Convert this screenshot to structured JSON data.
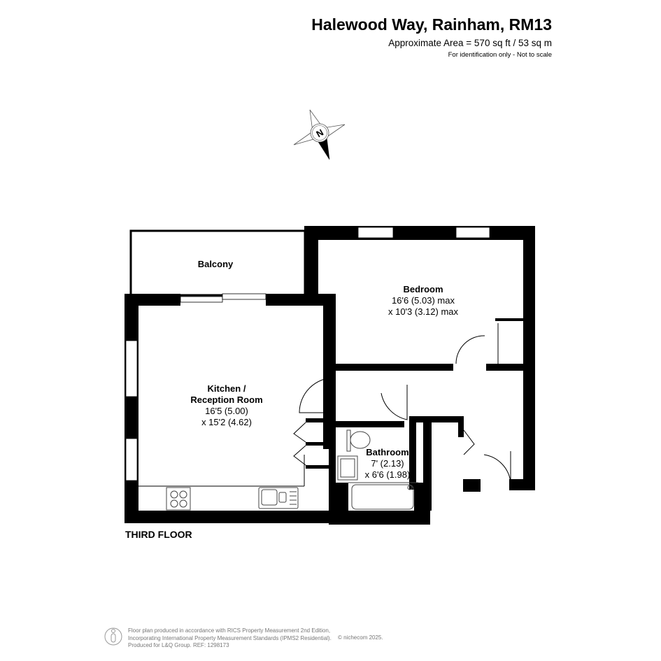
{
  "header": {
    "title": "Halewood Way, Rainham, RM13",
    "area": "Approximate Area = 570 sq ft / 53 sq m",
    "note": "For identification only - Not to scale"
  },
  "compass": {
    "label": "N"
  },
  "rooms": {
    "balcony": {
      "name": "Balcony"
    },
    "bedroom": {
      "name": "Bedroom",
      "dim1": "16'6 (5.03) max",
      "dim2": "x 10'3 (3.12) max"
    },
    "kitchen": {
      "name1": "Kitchen /",
      "name2": "Reception Room",
      "dim1": "16'5 (5.00)",
      "dim2": "x 15'2 (4.62)"
    },
    "bathroom": {
      "name": "Bathroom",
      "dim1": "7' (2.13)",
      "dim2": "x 6'6 (1.98)"
    }
  },
  "floor_label": "THIRD FLOOR",
  "footer": {
    "line1": "Floor plan produced in accordance with RICS Property Measurement 2nd Edition,",
    "line2": "Incorporating International Property Measurement Standards (IPMS2 Residential).",
    "line3": "Produced for L&Q Group.   REF: 1298173",
    "copyright": "© nichecom 2025."
  }
}
